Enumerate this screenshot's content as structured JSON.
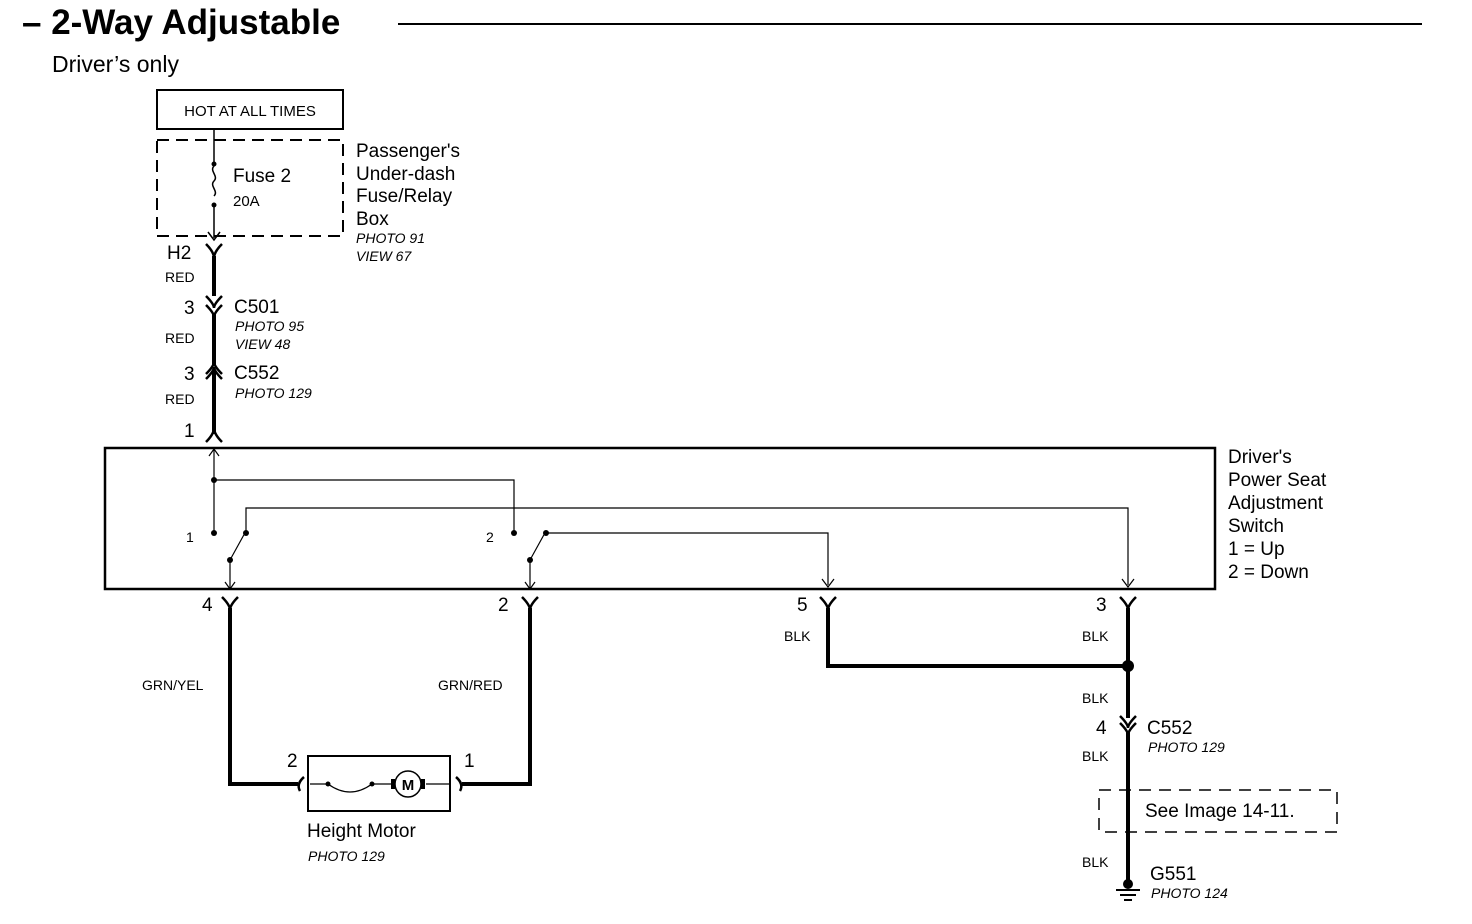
{
  "header": {
    "title": "– 2-Way Adjustable",
    "subtitle": "Driver’s only"
  },
  "power": {
    "hot_label": "HOT AT ALL TIMES",
    "fuse_name": "Fuse 2",
    "fuse_rating": "20A",
    "fuse_box_lines": [
      "Passenger's",
      "Under-dash",
      "Fuse/Relay",
      "Box"
    ],
    "fuse_box_photo": "PHOTO 91",
    "fuse_box_view": "VIEW 67",
    "pin_h2": "H2"
  },
  "connectors": {
    "c501": {
      "name": "C501",
      "pin": "3",
      "photo": "PHOTO 95",
      "view": "VIEW 48"
    },
    "c552_top": {
      "name": "C552",
      "pin": "3",
      "photo": "PHOTO 129"
    },
    "c552_bottom": {
      "name": "C552",
      "pin": "4",
      "photo": "PHOTO 129"
    }
  },
  "switch": {
    "input_pin": "1",
    "label_lines": [
      "Driver's",
      "Power Seat",
      "Adjustment",
      "Switch",
      "1 = Up",
      "2 = Down"
    ],
    "contact_1": "1",
    "contact_2": "2",
    "pins": [
      "4",
      "2",
      "5",
      "3"
    ]
  },
  "wires": {
    "red_1": "RED",
    "red_2": "RED",
    "red_3": "RED",
    "grn_yel": "GRN/YEL",
    "grn_red": "GRN/RED",
    "blk_pin5": "BLK",
    "blk_pin3": "BLK",
    "blk_splice": "BLK",
    "blk_c552": "BLK",
    "blk_ground": "BLK"
  },
  "motor": {
    "name": "Height Motor",
    "photo": "PHOTO 129",
    "pin_left": "2",
    "pin_right": "1",
    "symbol": "M"
  },
  "reference": {
    "text": "See Image 14-11."
  },
  "ground": {
    "name": "G551",
    "photo": "PHOTO 124"
  }
}
